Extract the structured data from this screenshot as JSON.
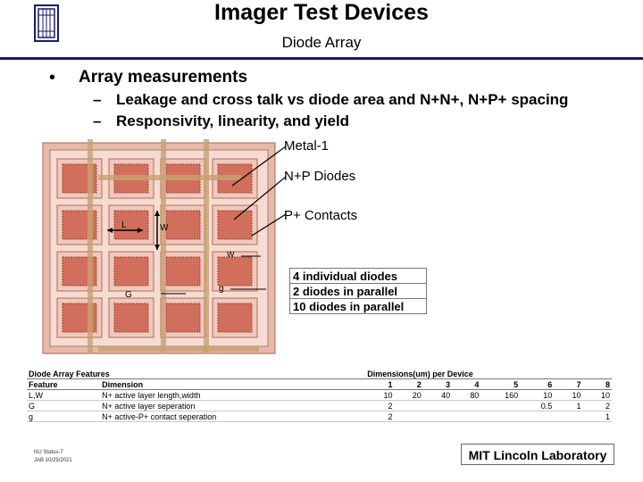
{
  "header": {
    "title": "Imager Test Devices",
    "subtitle": "Diode Array",
    "logo_icon": "mit-ll-logo-icon",
    "rule_color": "#1a1a6e"
  },
  "bullets": {
    "main": "Array measurements",
    "sub": [
      {
        "dash": "–",
        "text": "Leakage and cross talk vs diode area and N+N+, N+P+ spacing"
      },
      {
        "dash": "–",
        "text": "Responsivity, linearity, and yield"
      }
    ]
  },
  "diagram": {
    "labels": {
      "lw": "L",
      "w": "W",
      "w2": "W",
      "g": "G",
      "g2": "g"
    },
    "callouts": [
      "Metal-1",
      "N+P Diodes",
      "P+ Contacts"
    ],
    "colors": {
      "pad": "#d26e5c",
      "frame": "#e7b9a8",
      "metal": "#c8a070"
    }
  },
  "legend": [
    "4 individual diodes",
    "2 diodes in parallel",
    "10 diodes in parallel"
  ],
  "spec_table": {
    "title": "Diode Array Features",
    "dims_title": "Dimensions(um) per Device",
    "header": [
      "Feature",
      "Dimension",
      "1",
      "2",
      "3",
      "4",
      "5",
      "6",
      "7",
      "8"
    ],
    "rows": [
      [
        "L,W",
        "N+ active layer length,width",
        "10",
        "20",
        "40",
        "80",
        "160",
        "10",
        "10",
        "10"
      ],
      [
        "G",
        "N+ active layer seperation",
        "2",
        "",
        "",
        "",
        "",
        "0.5",
        "1",
        "2"
      ],
      [
        "g",
        "N+ active-P+ contact seperation",
        "2",
        "",
        "",
        "",
        "",
        "",
        "",
        "1"
      ]
    ]
  },
  "footer": {
    "left_line1": "NU Status-7",
    "left_line2": "JAB 10/25/2021",
    "right": "MIT Lincoln Laboratory"
  }
}
